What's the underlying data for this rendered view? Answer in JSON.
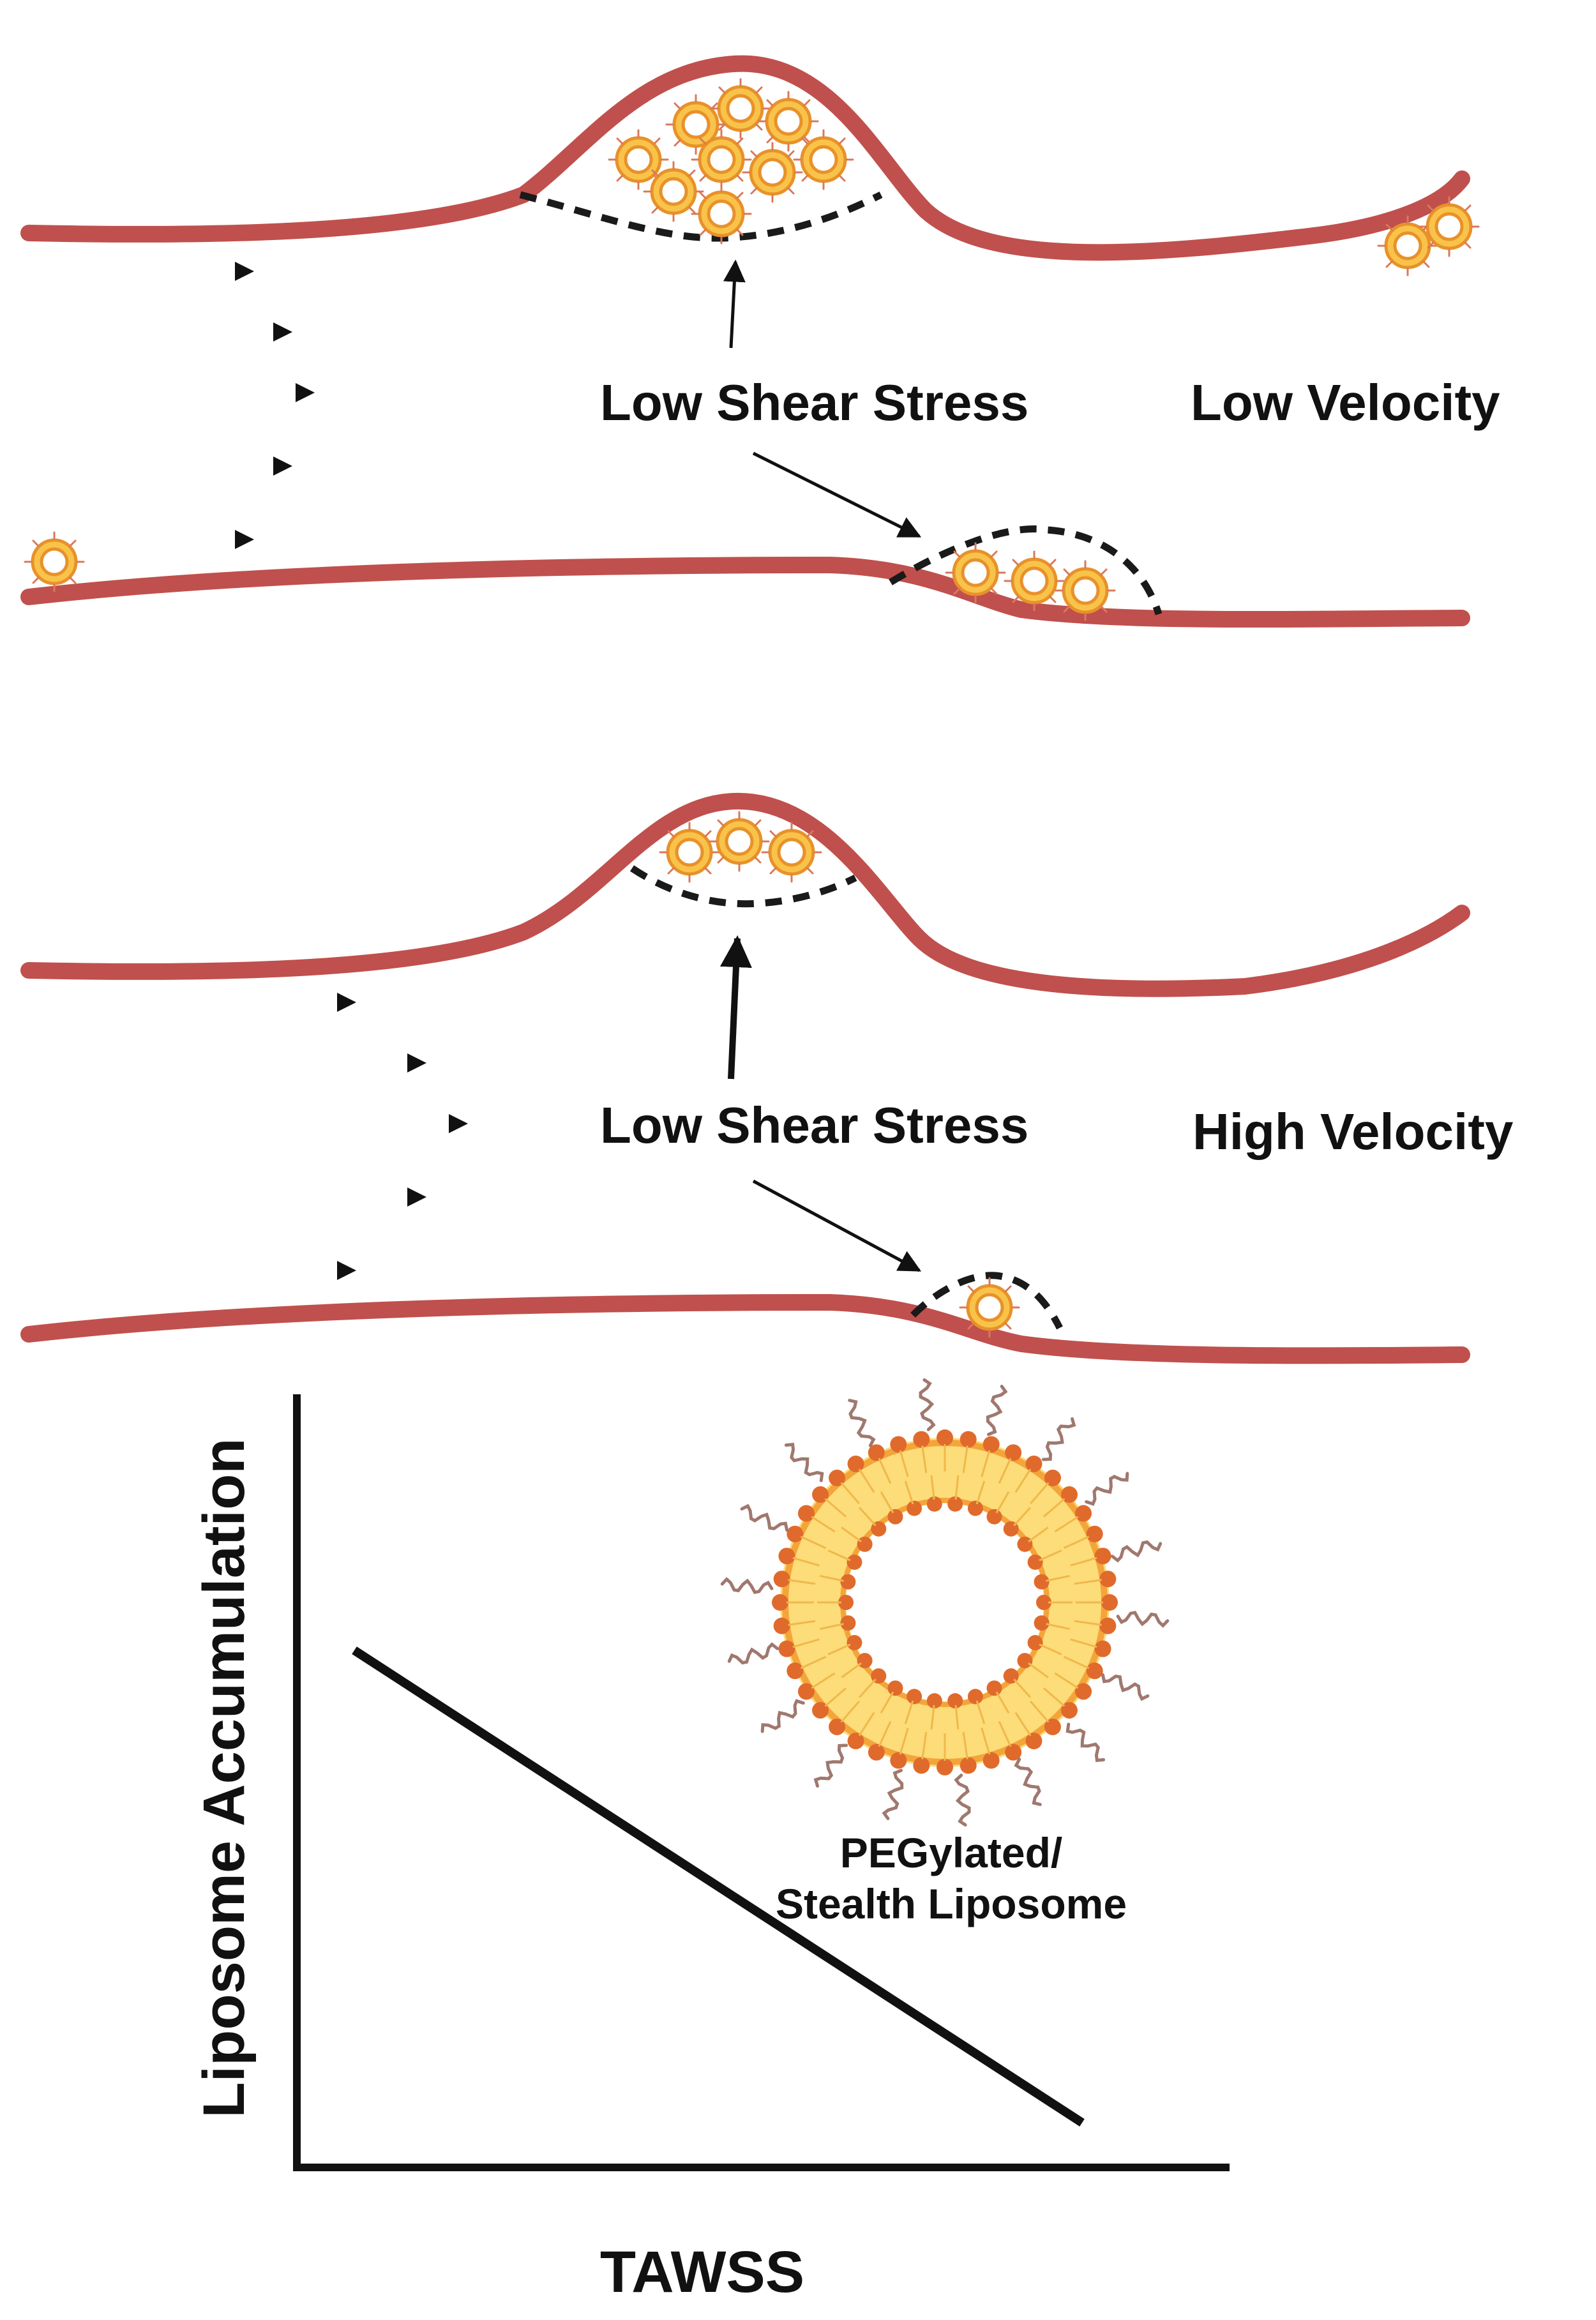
{
  "panel_low_velocity": {
    "shear_label": "Low Shear Stress",
    "velocity_label": "Low Velocity"
  },
  "panel_high_velocity": {
    "shear_label": "Low Shear Stress",
    "velocity_label": "High Velocity"
  },
  "graph": {
    "xlabel": "TAWSS",
    "ylabel": "Liposome Accumulation",
    "trend": "decreasing"
  },
  "liposome_label": {
    "line1": "PEGylated/",
    "line2": "Stealth Liposome"
  },
  "colors": {
    "vessel_wall": "#c0504d",
    "liposome_outer": "#f5a623",
    "liposome_fill": "#ffe9a8",
    "lipid_head": "#e06a2c",
    "peg_chain": "#a0786e",
    "ink": "#111111"
  },
  "icons": [
    "flow-arrow",
    "liposome-icon",
    "peg-liposome-icon"
  ]
}
